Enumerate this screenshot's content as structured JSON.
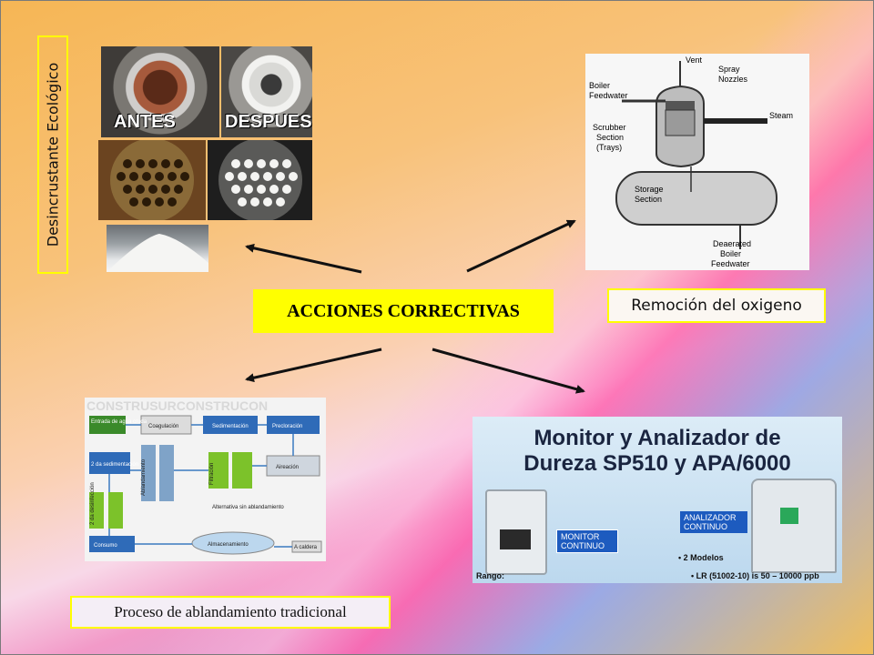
{
  "center": {
    "title": "ACCIONES CORRECTIVAS"
  },
  "labels": {
    "descaler": "Desincrustante Ecológico",
    "oxygen": "Remoción del oxigeno",
    "softening": "Proceso de ablandamiento tradicional"
  },
  "descaler_photos": {
    "before": "ANTES",
    "after": "DESPUES"
  },
  "deaerator": {
    "vent": "Vent",
    "spray": "Spray",
    "nozzles": "Nozzles",
    "boiler": "Boiler",
    "feedwater": "Feedwater",
    "scrubber": "Scrubber",
    "section": "Section",
    "trays": "(Trays)",
    "steam": "Steam",
    "storage": "Storage",
    "storage_section": "Section",
    "deaerated": "Deaerated",
    "deaerated_boiler": "Boiler",
    "deaerated_feedwater": "Feedwater"
  },
  "softening_flow": {
    "watermark": "CONSTRUSURCONSTRUCON",
    "raw_water": "Entrada de agua cruda",
    "coagulation": "Coagulación",
    "sedimentation": "Sedimentación",
    "precloration": "Precloración",
    "second_sed": "2 da sedimentación",
    "softener": "Ablandamiento",
    "filter": "Filtración",
    "aeration": "Aireación",
    "alt": "Alternativa sin ablandamiento",
    "second_dis": "2 da desinfección",
    "consumption": "Consumo",
    "storage": "Almacenamiento",
    "boiler": "A caldera"
  },
  "monitor": {
    "title_line1": "Monitor y Analizador de",
    "title_line2": "Dureza SP510 y APA/6000",
    "monitor_label": "MONITOR CONTINUO",
    "analyzer_label": "ANALIZADOR CONTINUO",
    "models": "• 2 Modelos",
    "range_label": "Rango:",
    "range_value": "• LR (51002-10) is 50 – 10000 ppb"
  }
}
